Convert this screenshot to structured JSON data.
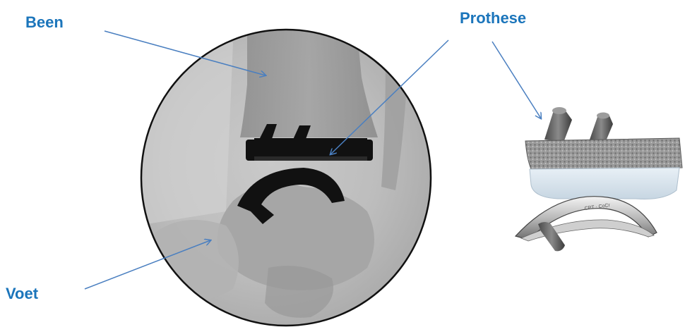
{
  "labels": {
    "bone": "Been",
    "prosthesis": "Prothese",
    "foot": "Voet"
  },
  "colors": {
    "label": "#1b75bb",
    "arrow": "#4a7fc0",
    "implant_dark": "#111111"
  }
}
